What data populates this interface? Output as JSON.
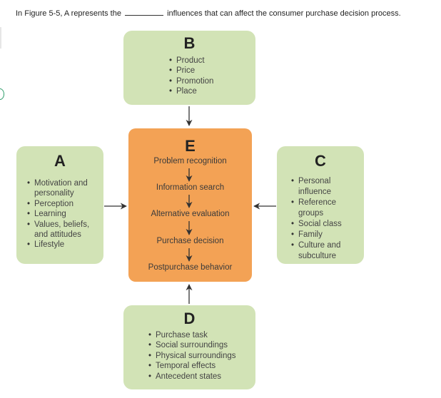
{
  "question": {
    "before": "In Figure 5-5, A represents the",
    "after": "influences that can affect the consumer purchase decision process."
  },
  "boxes": {
    "A": {
      "letter": "A",
      "items": [
        "Motivation and personality",
        "Perception",
        "Learning",
        "Values, beliefs, and attitudes",
        "Lifestyle"
      ]
    },
    "B": {
      "letter": "B",
      "items": [
        "Product",
        "Price",
        "Promotion",
        "Place"
      ]
    },
    "C": {
      "letter": "C",
      "items": [
        "Personal influence",
        "Reference groups",
        "Social class",
        "Family",
        "Culture and subculture"
      ]
    },
    "D": {
      "letter": "D",
      "items": [
        "Purchase task",
        "Social surroundings",
        "Physical surroundings",
        "Temporal effects",
        "Antecedent states"
      ]
    },
    "E": {
      "letter": "E",
      "steps": [
        "Problem recognition",
        "Information search",
        "Alternative evaluation",
        "Purchase decision",
        "Postpurchase behavior"
      ]
    }
  },
  "colors": {
    "green_box": "#d2e3b6",
    "orange_box": "#f3a255",
    "arrow": "#333333"
  }
}
